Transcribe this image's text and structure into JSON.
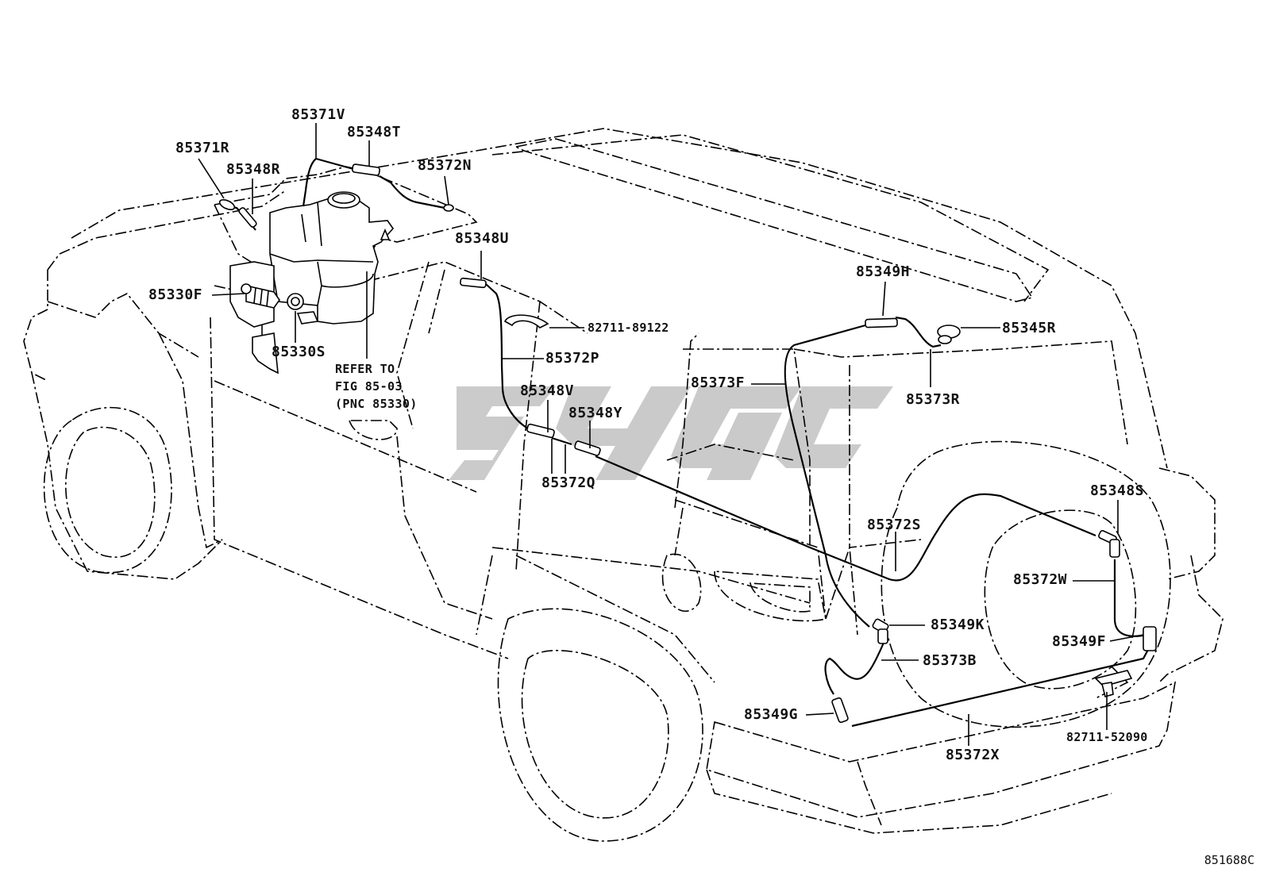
{
  "diagram": {
    "watermark_colors": {
      "primary": "#c8c8c8"
    },
    "labels": {
      "p85371V": "85371V",
      "p85348T": "85348T",
      "p85371R": "85371R",
      "p85348R": "85348R",
      "p85372N": "85372N",
      "p85348U": "85348U",
      "p85330F": "85330F",
      "p82711_89122": "82711-89122",
      "p85372P": "85372P",
      "p85330S": "85330S",
      "p85349H": "85349H",
      "p85345R": "85345R",
      "p85373F": "85373F",
      "p85373R": "85373R",
      "p85348V": "85348V",
      "p85348Y": "85348Y",
      "p85372Q": "85372Q",
      "p85348S": "85348S",
      "p85372S": "85372S",
      "p85372W": "85372W",
      "p85349K": "85349K",
      "p85349F": "85349F",
      "p85373B": "85373B",
      "p85349G": "85349G",
      "p85372X": "85372X",
      "p82711_52090": "82711-52090"
    },
    "refer_note": {
      "line1": "REFER TO",
      "line2": "FIG 85-03",
      "line3": "(PNC 85330)"
    },
    "figure_id": "851688C"
  }
}
